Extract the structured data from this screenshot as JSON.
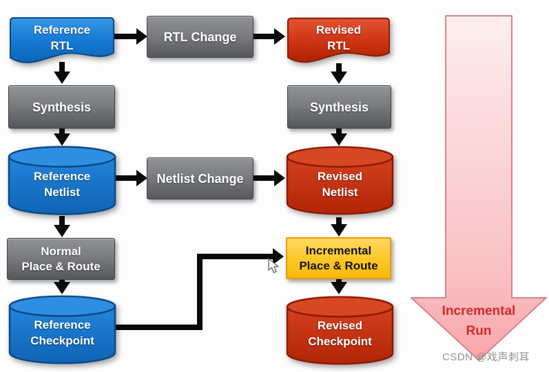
{
  "title": "Incremental compile flow diagram",
  "nodes": {
    "reference_rtl": {
      "lines": [
        "Reference",
        "RTL"
      ],
      "shape": "document",
      "color_key": "blue"
    },
    "rtl_change": {
      "lines": [
        "RTL Change"
      ],
      "shape": "process",
      "color_key": "gray"
    },
    "revised_rtl": {
      "lines": [
        "Revised",
        "RTL"
      ],
      "shape": "document",
      "color_key": "red"
    },
    "synthesis_left": {
      "lines": [
        "Synthesis"
      ],
      "shape": "process",
      "color_key": "gray"
    },
    "synthesis_right": {
      "lines": [
        "Synthesis"
      ],
      "shape": "process",
      "color_key": "gray"
    },
    "reference_netlist": {
      "lines": [
        "Reference",
        "Netlist"
      ],
      "shape": "cylinder",
      "color_key": "blue"
    },
    "netlist_change": {
      "lines": [
        "Netlist Change"
      ],
      "shape": "process",
      "color_key": "gray"
    },
    "revised_netlist": {
      "lines": [
        "Revised",
        "Netlist"
      ],
      "shape": "cylinder",
      "color_key": "red"
    },
    "normal_pr": {
      "lines": [
        "Normal",
        "Place & Route"
      ],
      "shape": "process",
      "color_key": "gray"
    },
    "incremental_pr": {
      "lines": [
        "Incremental",
        "Place & Route"
      ],
      "shape": "process",
      "color_key": "yellow"
    },
    "reference_checkpoint": {
      "lines": [
        "Reference",
        "Checkpoint"
      ],
      "shape": "cylinder",
      "color_key": "blue"
    },
    "revised_checkpoint": {
      "lines": [
        "Revised",
        "Checkpoint"
      ],
      "shape": "cylinder",
      "color_key": "red"
    }
  },
  "edges": [
    {
      "from": "reference_rtl",
      "to": "synthesis_left"
    },
    {
      "from": "reference_rtl",
      "to": "rtl_change"
    },
    {
      "from": "rtl_change",
      "to": "revised_rtl"
    },
    {
      "from": "revised_rtl",
      "to": "synthesis_right"
    },
    {
      "from": "synthesis_left",
      "to": "reference_netlist"
    },
    {
      "from": "reference_netlist",
      "to": "netlist_change"
    },
    {
      "from": "netlist_change",
      "to": "revised_netlist"
    },
    {
      "from": "synthesis_right",
      "to": "revised_netlist"
    },
    {
      "from": "reference_netlist",
      "to": "normal_pr"
    },
    {
      "from": "revised_netlist",
      "to": "incremental_pr"
    },
    {
      "from": "normal_pr",
      "to": "reference_checkpoint"
    },
    {
      "from": "incremental_pr",
      "to": "revised_checkpoint"
    },
    {
      "from": "reference_checkpoint",
      "to": "incremental_pr",
      "routing": "elbow"
    }
  ],
  "big_arrow": {
    "lines": [
      "Incremental",
      "Run"
    ],
    "direction": "down"
  },
  "watermark": "CSDN @戏声刺耳",
  "colors": {
    "blue": "#1478d2",
    "blue_light": "#2e8ee2",
    "blue_outline": "#0b4a86",
    "red": "#c93313",
    "red_light": "#d64724",
    "red_outline": "#8d1a04",
    "gray": "#717377",
    "gray_border": "#3f4145",
    "yellow": "#fdc727",
    "yellow_border": "#e89b07",
    "pink_fill": "#f9b9bd",
    "pink_border": "#d8838d",
    "incremental_run_text": "#d42b28",
    "connector": "#0a0a0a",
    "watermark_text": "#808080",
    "label_text": "#ffffff"
  }
}
